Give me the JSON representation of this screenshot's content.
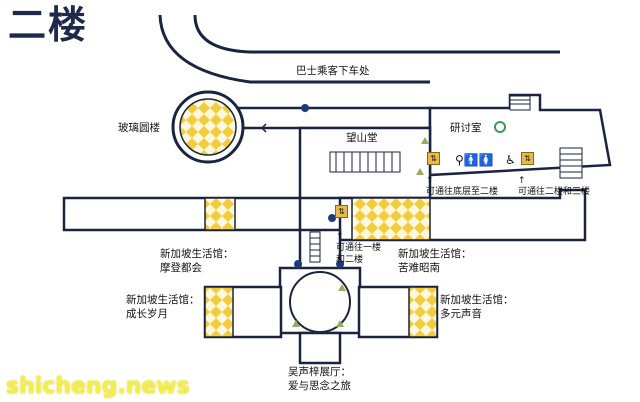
{
  "floor_title": "二楼",
  "watermark": "shicheng.news",
  "labels": {
    "bus_dropoff": "巴士乘客下车处",
    "glass_tower": "玻璃圆楼",
    "wangshan_hall": "望山堂",
    "seminar_room": "研讨室",
    "to_basement_second": "可通往底层至二楼",
    "to_second_third": "可通往二楼和三楼",
    "to_first_second_line1": "可通往一楼",
    "to_first_second_line2": "和二楼",
    "gallery_modern_line1": "新加坡生活馆：",
    "gallery_modern_line2": "摩登都会",
    "gallery_hardship_line1": "新加坡生活馆：",
    "gallery_hardship_line2": "苦难昭南",
    "gallery_growing_line1": "新加坡生活馆：",
    "gallery_growing_line2": "成长岁月",
    "gallery_diverse_line1": "新加坡生活馆：",
    "gallery_diverse_line2": "多元声音",
    "wu_hall_line1": "吴声梓展厅：",
    "wu_hall_line2": "爱与思念之旅"
  },
  "icons": [
    "elevator-icon",
    "stairs-icon",
    "restroom-icon",
    "accessible-toilet-icon",
    "info-icon",
    "arrow-left-icon"
  ],
  "colors": {
    "gallery": "#f6d44a",
    "diamond": "#ffffff",
    "outline": "#1a2340",
    "marker": "#1c3c78",
    "triangle": "#9aa860"
  }
}
